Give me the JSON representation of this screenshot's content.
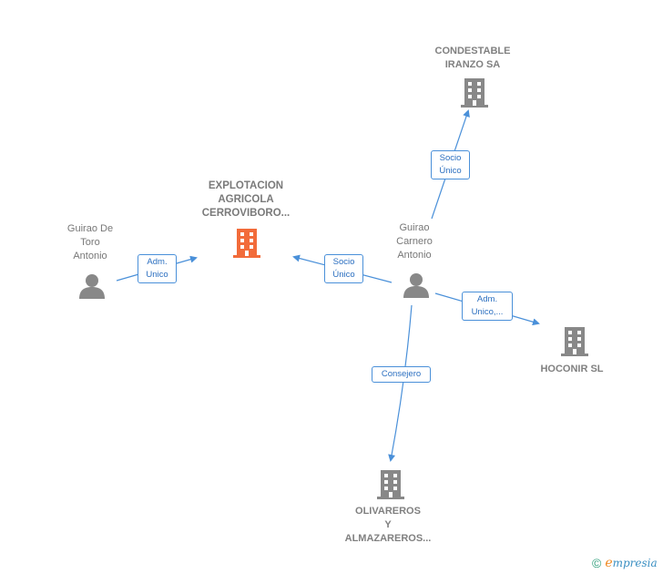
{
  "nodes": {
    "explotacion": {
      "label": "EXPLOTACION\nAGRICOLA\nCERROVIBORO...",
      "type": "company",
      "highlight": true
    },
    "condestable": {
      "label": "CONDESTABLE\nIRANZO SA",
      "type": "company"
    },
    "guirao_de_toro": {
      "label": "Guirao De\nToro\nAntonio",
      "type": "person"
    },
    "guirao_carnero": {
      "label": "Guirao\nCarnero\nAntonio",
      "type": "person"
    },
    "hoconir": {
      "label": "HOCONIR  SL",
      "type": "company"
    },
    "olivareros": {
      "label": "OLIVAREROS\nY\nALMAZAREROS...",
      "type": "company"
    }
  },
  "relations": {
    "adm_unico_1": "Adm.\nUnico",
    "socio_unico_1": "Socio\nÚnico",
    "socio_unico_2": "Socio\nÚnico",
    "adm_unico_2": "Adm.\nUnico,...",
    "consejero": "Consejero"
  },
  "colors": {
    "highlight_company": "#f26b3a",
    "company": "#888888",
    "person": "#888888",
    "edge": "#4a90d9"
  },
  "footer": {
    "copyright": "©",
    "brand_first": "e",
    "brand_rest": "mpresia"
  }
}
